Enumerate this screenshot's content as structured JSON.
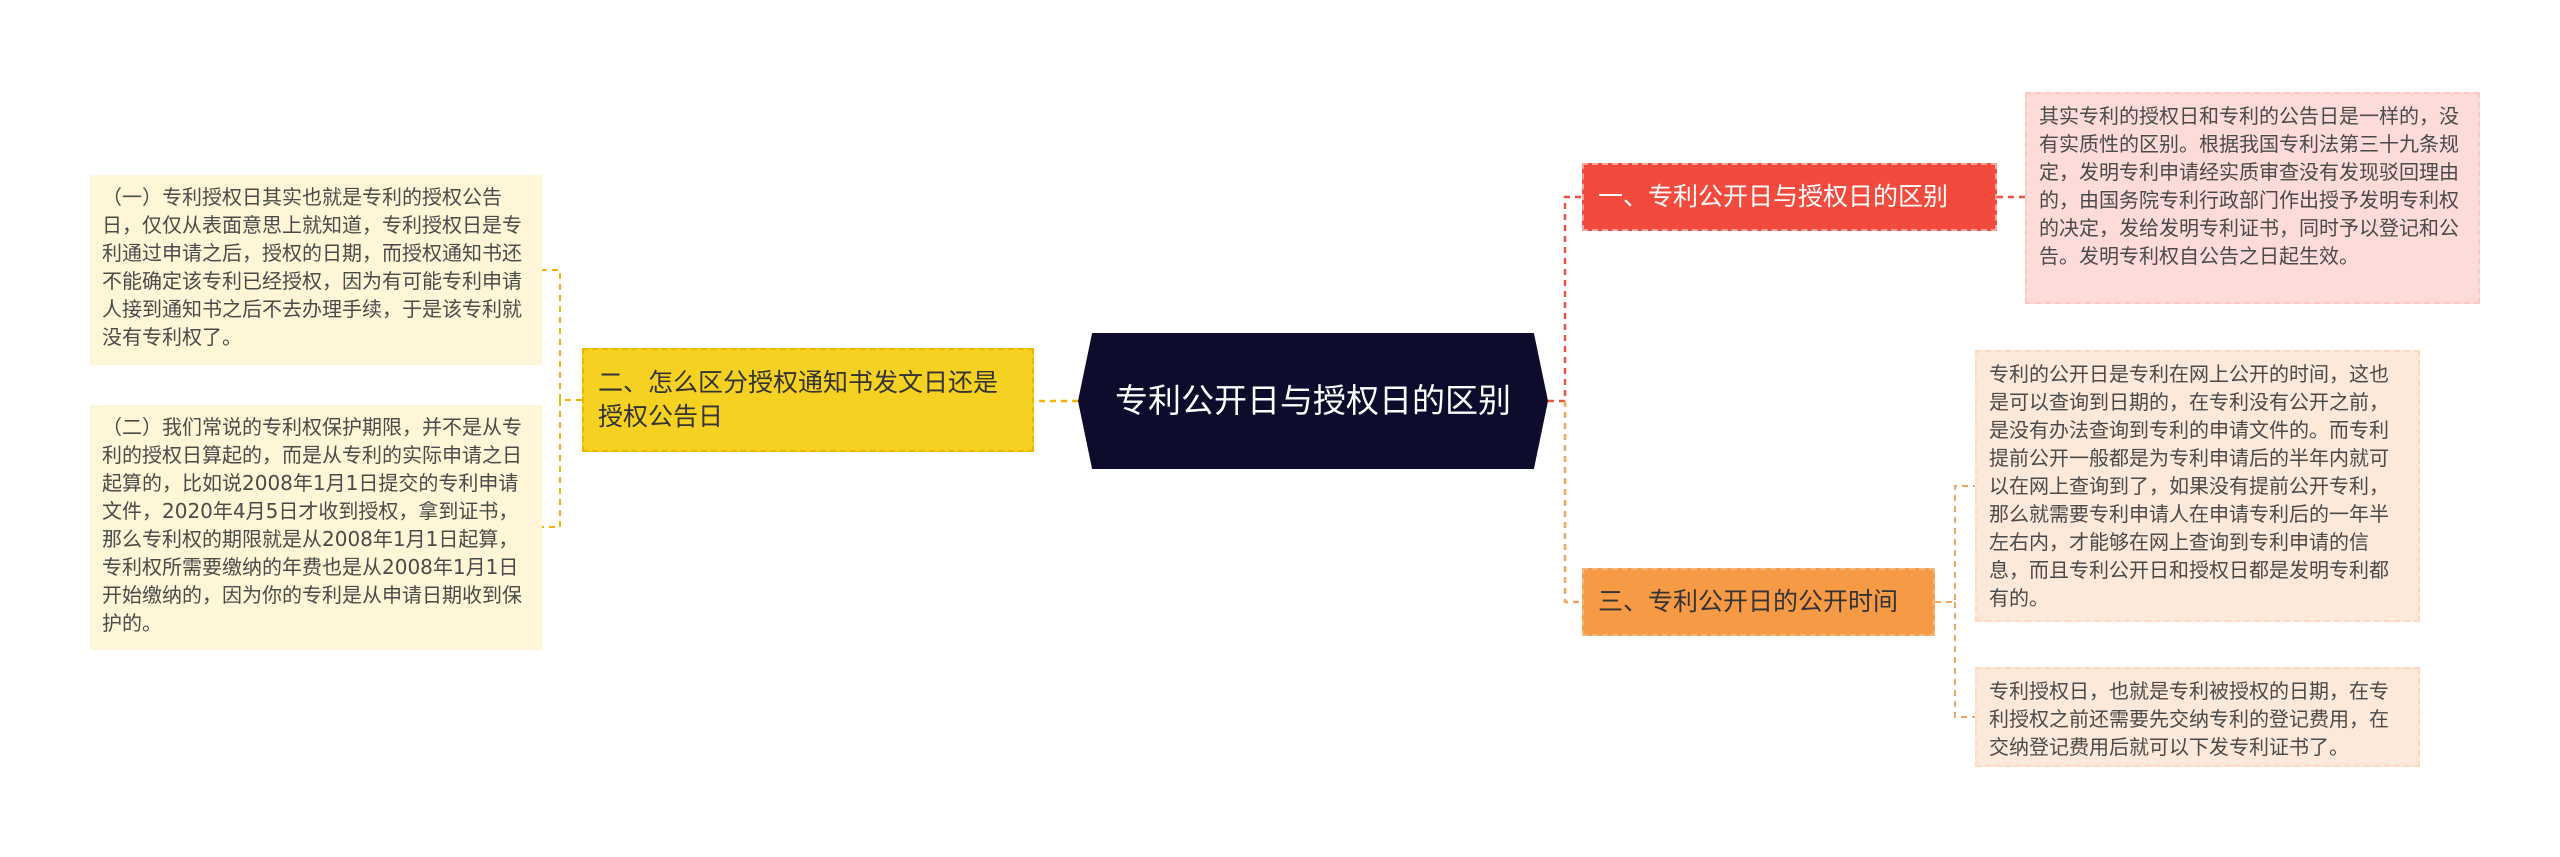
{
  "central": {
    "title": "专利公开日与授权日的区别"
  },
  "branches": [
    {
      "id": "b1",
      "label": "一、专利公开日与授权日的区别",
      "color": "#f24a3d"
    },
    {
      "id": "b2",
      "label": "二、怎么区分授权通知书发文日还是授权公告日",
      "color": "#f5d221"
    },
    {
      "id": "b3",
      "label": "三、专利公开日的公开时间",
      "color": "#f79a46"
    }
  ],
  "leaves": {
    "b1_1": "其实专利的授权日和专利的公告日是一样的，没有实质性的区别。根据我国专利法第三十九条规定，发明专利申请经实质审查没有发现驳回理由的，由国务院专利行政部门作出授予发明专利权的决定，发给发明专利证书，同时予以登记和公告。发明专利权自公告之日起生效。",
    "b2_1": "（一）专利授权日其实也就是专利的授权公告日，仅仅从表面意思上就知道，专利授权日是专利通过申请之后，授权的日期，而授权通知书还不能确定该专利已经授权，因为有可能专利申请人接到通知书之后不去办理手续，于是该专利就没有专利权了。",
    "b2_2": "（二）我们常说的专利权保护期限，并不是从专利的授权日算起的，而是从专利的实际申请之日起算的，比如说2008年1月1日提交的专利申请文件，2020年4月5日才收到授权，拿到证书，那么专利权的期限就是从2008年1月1日起算，专利权所需要缴纳的年费也是从2008年1月1日开始缴纳的，因为你的专利是从申请日期收到保护的。",
    "b3_1": "专利的公开日是专利在网上公开的时间，这也是可以查询到日期的，在专利没有公开之前，是没有办法查询到专利的申请文件的。而专利提前公开一般都是为专利申请后的半年内就可以在网上查询到了，如果没有提前公开专利，那么就需要专利申请人在申请专利后的一年半左右内，才能够在网上查询到专利申请的信息，而且专利公开日和授权日都是发明专利都有的。",
    "b3_2": "专利授权日，也就是专利被授权的日期，在专利授权之前还需要先交纳专利的登记费用，在交纳登记费用后就可以下发专利证书了。"
  },
  "colors": {
    "central_bg": "#0d0c2c",
    "line_red": "#e8553f",
    "line_yellow": "#f0b400",
    "line_orange": "#f3a560"
  }
}
